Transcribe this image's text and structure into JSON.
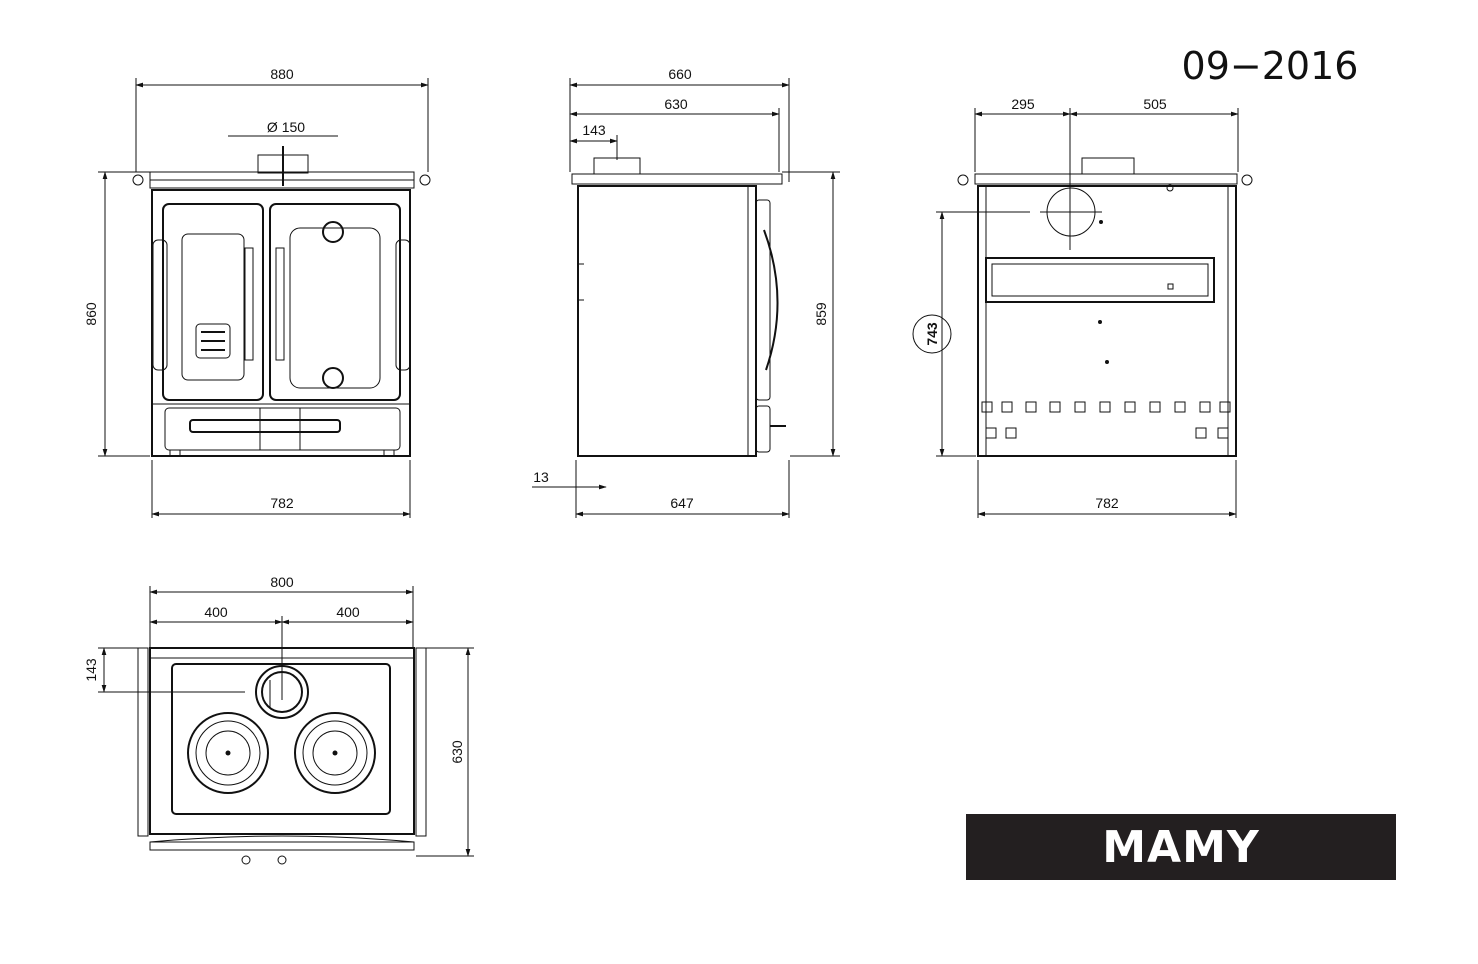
{
  "date_code": "09−2016",
  "brand": "MAMY",
  "dimensions": {
    "front_width_top": "880",
    "flue_diameter": "Ø 150",
    "front_height": "860",
    "front_width_base": "782",
    "side_depth_total": "660",
    "side_depth_top": "630",
    "side_flue_offset": "143",
    "side_height": "859",
    "side_foot_offset": "13",
    "side_depth_base": "647",
    "rear_left_offset": "295",
    "rear_right_offset": "505",
    "rear_flue_height": "743",
    "rear_width_base": "782",
    "plan_width": "800",
    "plan_half_left": "400",
    "plan_half_right": "400",
    "plan_flue_offset": "143",
    "plan_depth": "630"
  }
}
